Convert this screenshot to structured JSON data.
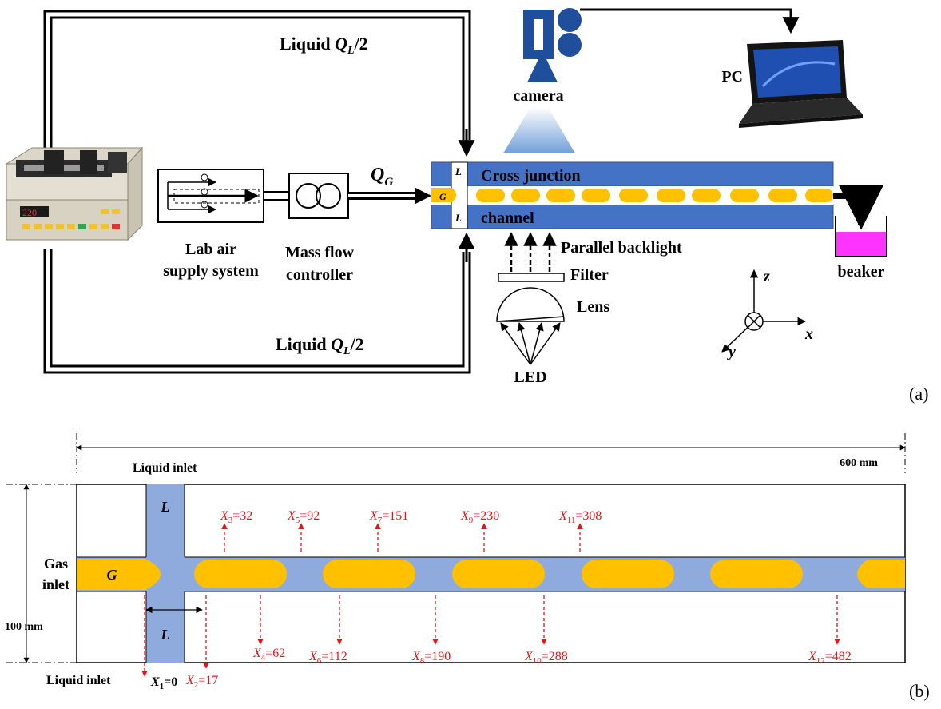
{
  "panel_a": {
    "label": "(a)",
    "liquid_top": {
      "word": "Liquid",
      "symbol": "Q",
      "sub": "L",
      "tail": "/2"
    },
    "liquid_bottom": {
      "word": "Liquid",
      "symbol": "Q",
      "sub": "L",
      "tail": "/2"
    },
    "gas_flow": {
      "symbol": "Q",
      "sub": "G"
    },
    "camera_label": "camera",
    "pc_label": "PC",
    "pump_display": "220",
    "lab_air_label": [
      "Lab air",
      "supply system"
    ],
    "mfc_label": [
      "Mass flow",
      "controller"
    ],
    "channel_top_label": "Cross junction",
    "channel_bottom_label": "channel",
    "gas_marker": "G",
    "liquid_marker": "L",
    "backlight_label": "Parallel backlight",
    "filter_label": "Filter",
    "lens_label": "Lens",
    "led_label": "LED",
    "beaker_label": "beaker",
    "axes": {
      "z": "z",
      "x": "x",
      "y": "y"
    }
  },
  "panel_b": {
    "label": "(b)",
    "length_label": "600 mm",
    "width_label": "100 mm",
    "liquid_inlet_top": "Liquid inlet",
    "liquid_inlet_bottom": "Liquid inlet",
    "gas_inlet": [
      "Gas",
      "inlet"
    ],
    "gas_marker": "G",
    "liquid_marker": "L",
    "positions_top": [
      {
        "sym": "X",
        "sub": "3",
        "value": "=32"
      },
      {
        "sym": "X",
        "sub": "5",
        "value": "=92"
      },
      {
        "sym": "X",
        "sub": "7",
        "value": "=151"
      },
      {
        "sym": "X",
        "sub": "9",
        "value": "=230"
      },
      {
        "sym": "X",
        "sub": "11",
        "value": "=308"
      }
    ],
    "positions_bottom": [
      {
        "sym": "X",
        "sub": "1",
        "value": "=0"
      },
      {
        "sym": "X",
        "sub": "2",
        "value": "=17"
      },
      {
        "sym": "X",
        "sub": "4",
        "value": "=62"
      },
      {
        "sym": "X",
        "sub": "6",
        "value": "=112"
      },
      {
        "sym": "X",
        "sub": "8",
        "value": "=190"
      },
      {
        "sym": "X",
        "sub": "10",
        "value": "=288"
      },
      {
        "sym": "X",
        "sub": "12",
        "value": "=482"
      }
    ]
  },
  "colors": {
    "channel_blue": "#4472c4",
    "liquid_light": "#8faadc",
    "gas_yellow": "#ffc000",
    "beaker_fill": "#ff33ff",
    "annotation_red": "#e3151a"
  }
}
